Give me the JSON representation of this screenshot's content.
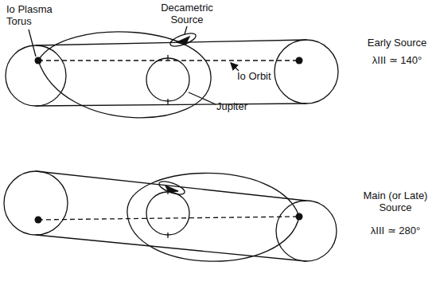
{
  "diagram": {
    "labels": [
      "Io Plasma Torus",
      "Decametric Source",
      "Early Source",
      "λIII ≃ 140°",
      "Io Orbit",
      "Jupiter",
      "Main (or Late) Source",
      "λIII ≃ 280°"
    ]
  }
}
